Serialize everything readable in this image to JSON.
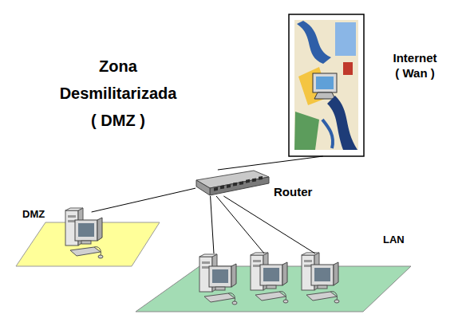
{
  "diagram": {
    "title": "Zona Desmilitarizada ( DMZ )",
    "nodes": [
      {
        "text": [
          "Internet ( Wan )"
        ]
      },
      {
        "text": [
          "Router"
        ]
      },
      {
        "text": [
          "DMZ"
        ]
      },
      {
        "text": [
          "LAN"
        ]
      }
    ],
    "edges": [
      {
        "from": 1,
        "to": 0,
        "arrow": "none"
      },
      {
        "from": 1,
        "to": 2,
        "arrow": "none"
      },
      {
        "from": 1,
        "to": 3,
        "arrow": "none"
      },
      {
        "from": 1,
        "to": 3,
        "arrow": "none"
      },
      {
        "from": 1,
        "to": 3,
        "arrow": "none"
      }
    ]
  }
}
